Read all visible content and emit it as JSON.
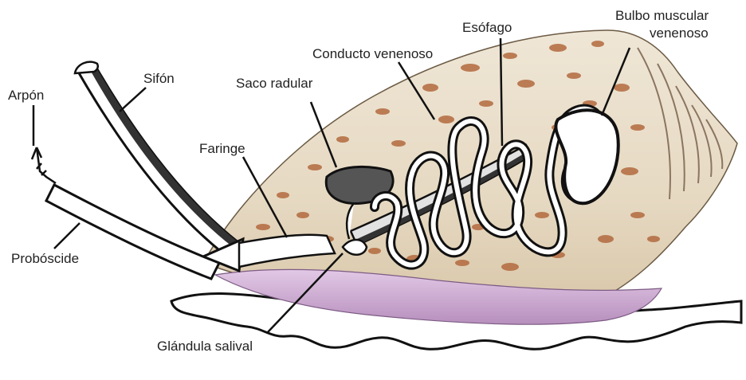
{
  "labels": {
    "arpon": "Arpón",
    "sifon": "Sifón",
    "proboscide": "Probóscide",
    "saco_radular": "Saco radular",
    "faringe": "Faringe",
    "conducto_venenoso": "Conducto venenoso",
    "esofago": "Esófago",
    "bulbo_line1": "Bulbo muscular",
    "bulbo_line2": "venenoso",
    "glandula_salival": "Glándula salival"
  },
  "colors": {
    "shell_base": "#e8dcc8",
    "shell_spots": "#b36a3e",
    "foot": "#c9a6cf",
    "outline": "#111111",
    "duct_fill": "#ffffff",
    "esophagus": "#dcdcdc",
    "radular_sac": "#555555"
  }
}
